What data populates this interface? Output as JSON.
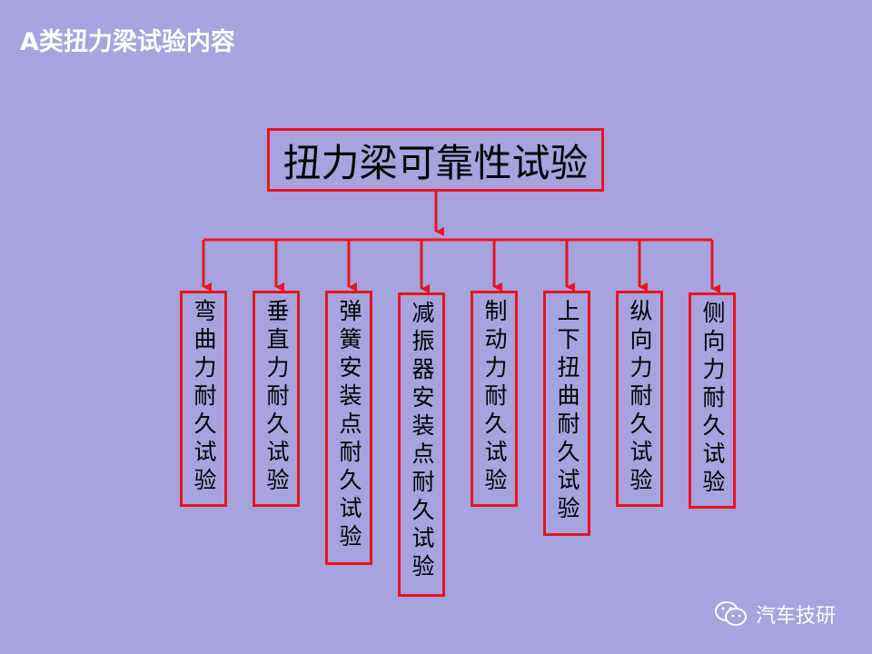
{
  "title": "A类扭力梁试验内容",
  "root": "扭力梁可靠性试验",
  "children": [
    "弯曲力耐久试验",
    "垂直力耐久试验",
    "弹簧安装点耐久试验",
    "减振器安装点耐久试验",
    "制动力耐久试验",
    "上下扭曲耐久试验",
    "纵向力耐久试验",
    "侧向力耐久试验"
  ],
  "watermark": "汽车技研",
  "colors": {
    "background": "#a6a3df",
    "box_border": "#e8141e",
    "connector": "#e8141e"
  }
}
